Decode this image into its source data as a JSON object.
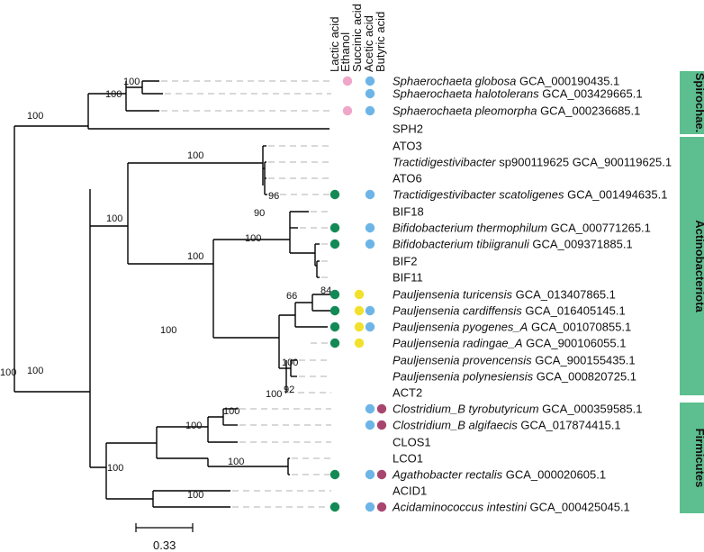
{
  "columns": [
    "Lactic acid",
    "Ethanol",
    "Succinic acid",
    "Acetic acid",
    "Butyric acid"
  ],
  "colors": {
    "lactic": "#138a55",
    "ethanol": "#f0a6c8",
    "succinic": "#f2e12c",
    "acetic": "#6db5e6",
    "butyric": "#a8456e",
    "phylum_box": "#5dbf8f",
    "branch": "#000000",
    "guide": "#c0c0c0"
  },
  "taxa": [
    {
      "italic": "Sphaerochaeta globosa",
      "plain": " GCA_000190435.1",
      "markers": [
        "ethanol",
        "acetic"
      ]
    },
    {
      "italic": "Sphaerochaeta halotolerans",
      "plain": " GCA_003429665.1",
      "markers": [
        "acetic"
      ]
    },
    {
      "italic": "Sphaerochaeta pleomorpha",
      "plain": " GCA_000236685.1",
      "markers": [
        "ethanol",
        "acetic"
      ]
    },
    {
      "italic": "",
      "plain": "SPH2",
      "markers": []
    },
    {
      "italic": "",
      "plain": "ATO3",
      "markers": []
    },
    {
      "italic": "Tractidigestivibacter",
      "plain": " sp900119625 GCA_900119625.1",
      "markers": []
    },
    {
      "italic": "",
      "plain": "ATO6",
      "markers": []
    },
    {
      "italic": "Tractidigestivibacter scatoligenes",
      "plain": " GCA_001494635.1",
      "markers": [
        "lactic",
        "acetic"
      ]
    },
    {
      "italic": "",
      "plain": "BIF18",
      "markers": []
    },
    {
      "italic": "Bifidobacterium thermophilum",
      "plain": " GCA_000771265.1",
      "markers": [
        "lactic",
        "acetic"
      ]
    },
    {
      "italic": "Bifidobacterium tibiigranuli",
      "plain": " GCA_009371885.1",
      "markers": [
        "lactic",
        "acetic"
      ]
    },
    {
      "italic": "",
      "plain": "BIF2",
      "markers": []
    },
    {
      "italic": "",
      "plain": "BIF11",
      "markers": []
    },
    {
      "italic": "Pauljensenia turicensis",
      "plain": " GCA_013407865.1",
      "markers": [
        "lactic",
        "succinic"
      ]
    },
    {
      "italic": "Pauljensenia cardiffensis",
      "plain": " GCA_016405145.1",
      "markers": [
        "lactic",
        "succinic",
        "acetic"
      ]
    },
    {
      "italic": "Pauljensenia pyogenes_A",
      "plain": " GCA_001070855.1",
      "markers": [
        "lactic",
        "succinic",
        "acetic"
      ]
    },
    {
      "italic": "Pauljensenia radingae_A",
      "plain": " GCA_900106055.1",
      "markers": [
        "lactic",
        "succinic"
      ]
    },
    {
      "italic": "Pauljensenia provencensis",
      "plain": " GCA_900155435.1",
      "markers": []
    },
    {
      "italic": "Pauljensenia polynesiensis",
      "plain": " GCA_000820725.1",
      "markers": []
    },
    {
      "italic": "",
      "plain": "ACT2",
      "markers": []
    },
    {
      "italic": "Clostridium_B tyrobutyricum",
      "plain": " GCA_000359585.1",
      "markers": [
        "acetic",
        "butyric"
      ]
    },
    {
      "italic": "Clostridium_B algifaecis",
      "plain": " GCA_017874415.1",
      "markers": [
        "acetic",
        "butyric"
      ]
    },
    {
      "italic": "",
      "plain": "CLOS1",
      "markers": []
    },
    {
      "italic": "",
      "plain": "LCO1",
      "markers": []
    },
    {
      "italic": "Agathobacter rectalis",
      "plain": " GCA_000020605.1",
      "markers": [
        "lactic",
        "acetic",
        "butyric"
      ]
    },
    {
      "italic": "",
      "plain": "ACID1",
      "markers": []
    },
    {
      "italic": "Acidaminococcus intestini",
      "plain": " GCA_000425045.1",
      "markers": [
        "lactic",
        "acetic",
        "butyric"
      ]
    }
  ],
  "bootstrap": [
    "100",
    "100",
    "100",
    "100",
    "100",
    "96",
    "90",
    "100",
    "100",
    "100",
    "100",
    "66",
    "100",
    "84",
    "100",
    "100",
    "92",
    "100",
    "100",
    "100",
    "100",
    "100"
  ],
  "phyla": [
    "Spirochae.",
    "Actinobacteriota",
    "Firmicutes"
  ],
  "scale_label": "0.33"
}
